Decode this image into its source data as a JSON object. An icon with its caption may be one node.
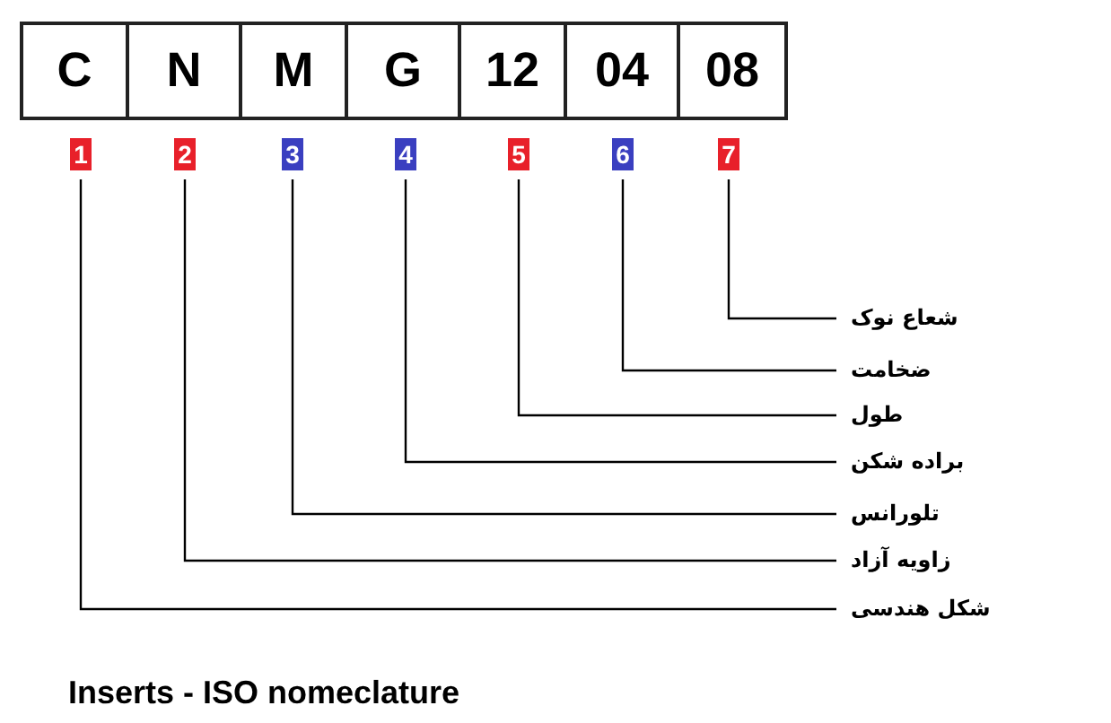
{
  "diagram": {
    "title": "Inserts - ISO nomeclature",
    "nodes": [
      {
        "text": [
          "C"
        ]
      },
      {
        "text": [
          "N"
        ]
      },
      {
        "text": [
          "M"
        ]
      },
      {
        "text": [
          "G"
        ]
      },
      {
        "text": [
          "12"
        ]
      },
      {
        "text": [
          "04"
        ]
      },
      {
        "text": [
          "08"
        ]
      },
      {
        "text": [
          "1"
        ]
      },
      {
        "text": [
          "2"
        ]
      },
      {
        "text": [
          "3"
        ]
      },
      {
        "text": [
          "4"
        ]
      },
      {
        "text": [
          "5"
        ]
      },
      {
        "text": [
          "6"
        ]
      },
      {
        "text": [
          "7"
        ]
      },
      {
        "text": [
          "شعاع نوک"
        ]
      },
      {
        "text": [
          "ضخامت"
        ]
      },
      {
        "text": [
          "طول"
        ]
      },
      {
        "text": [
          "براده شکن"
        ]
      },
      {
        "text": [
          "تلورانس"
        ]
      },
      {
        "text": [
          "زاویه آزاد"
        ]
      },
      {
        "text": [
          "شکل هندسی"
        ]
      }
    ],
    "edges": [
      {
        "from": 14,
        "to": 13,
        "arrow": "none"
      },
      {
        "from": 15,
        "to": 12,
        "arrow": "none"
      },
      {
        "from": 16,
        "to": 11,
        "arrow": "none"
      },
      {
        "from": 17,
        "to": 10,
        "arrow": "none"
      },
      {
        "from": 18,
        "to": 9,
        "arrow": "none"
      },
      {
        "from": 19,
        "to": 8,
        "arrow": "none"
      },
      {
        "from": 20,
        "to": 7,
        "arrow": "none"
      }
    ]
  }
}
